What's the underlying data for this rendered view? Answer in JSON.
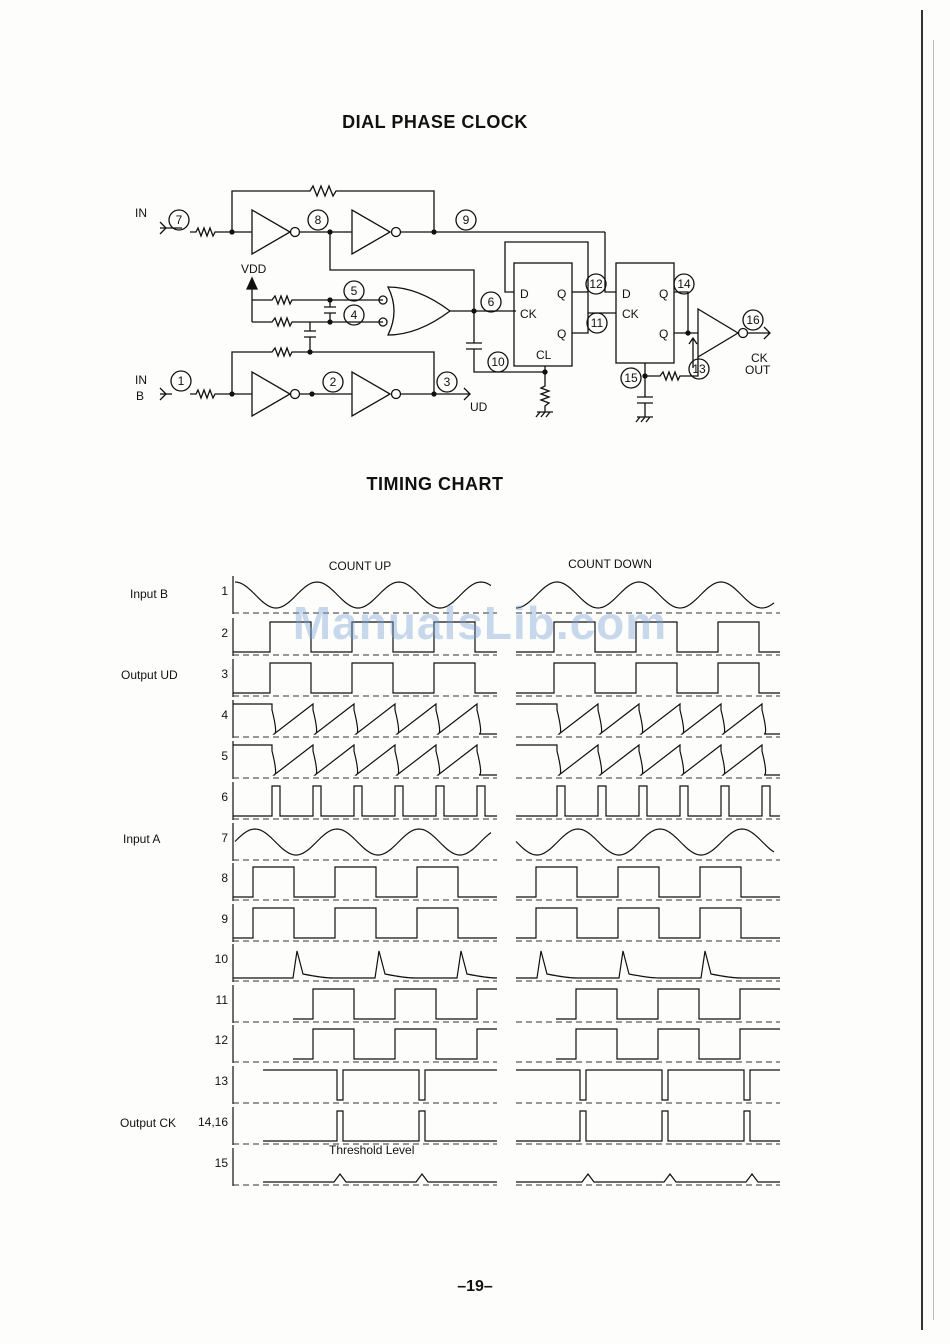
{
  "diagram_title": "DIAL PHASE CLOCK",
  "chart_title": "TIMING CHART",
  "page_number": "–19–",
  "watermark": "ManualsLib.com",
  "circuit": {
    "in_label_top": "IN",
    "in_label_bottom": "IN",
    "b_label": "B",
    "vdd": "VDD",
    "ud": "UD",
    "ck_out_1": "CK",
    "ck_out_2": "OUT",
    "ff1": {
      "d": "D",
      "q1": "Q",
      "ck": "CK",
      "q2": "Q",
      "cl": "CL"
    },
    "ff2": {
      "d": "D",
      "q1": "Q",
      "ck": "CK",
      "q2": "Q"
    },
    "nodes": [
      "1",
      "2",
      "3",
      "4",
      "5",
      "6",
      "7",
      "8",
      "9",
      "10",
      "11",
      "12",
      "13",
      "14",
      "15",
      "16"
    ]
  },
  "timing": {
    "col_up": "COUNT UP",
    "col_down": "COUNT DOWN",
    "threshold": "Threshold Level",
    "row_names": {
      "input_b": "Input  B",
      "output_ud": "Output  UD",
      "input_a": "Input A",
      "output_ck": "Output CK"
    },
    "row_nums": [
      "1",
      "2",
      "3",
      "4",
      "5",
      "6",
      "7",
      "8",
      "9",
      "10",
      "11",
      "12",
      "13",
      "14,16",
      "15"
    ]
  }
}
